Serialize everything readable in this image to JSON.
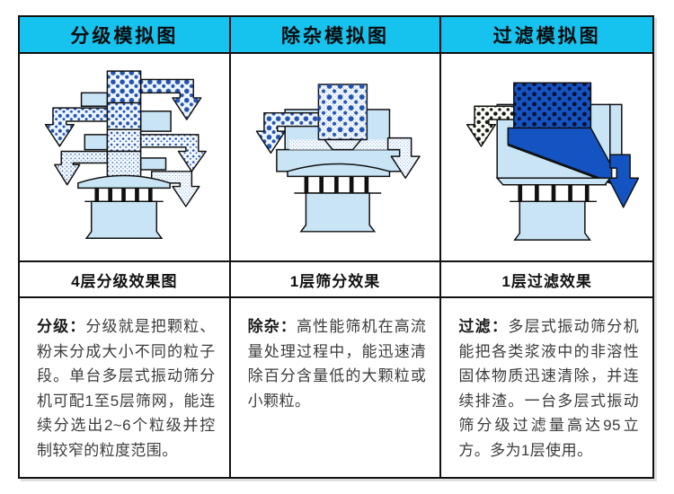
{
  "colors": {
    "header_bg": "#16c2ee",
    "table_border": "#111111",
    "machine_blue": "#c8e4f5",
    "dot_blue": "#2353b5",
    "slurry_navy": "#1453c2",
    "body_text": "#3c3c3c"
  },
  "columns": [
    {
      "header": "分级模拟图",
      "caption": "4层分级效果图",
      "desc_label": "分级：",
      "desc_text": "分级就是把颗粒、粉末分成大小不同的粒子段。单台多层式振动筛分机可配1至5层筛网，能连续分选出2~6个粒级并控制较窄的粒度范围。",
      "diagram": "four-layer-classification-sieve"
    },
    {
      "header": "除杂模拟图",
      "caption": "1层筛分效果",
      "desc_label": "除杂：",
      "desc_text": "高性能筛机在高流量处理过程中，能迅速清除百分含量低的大颗粒或小颗粒。",
      "diagram": "single-layer-impurity-removal-sieve"
    },
    {
      "header": "过滤模拟图",
      "caption": "1层过滤效果",
      "desc_label": "过滤：",
      "desc_text": "多层式振动筛分机能把各类浆液中的非溶性固体物质迅速清除，并连续排渣。一台多层式振动筛分级过滤量高达95立方。多为1层使用。",
      "diagram": "single-layer-filtration-sieve"
    }
  ]
}
